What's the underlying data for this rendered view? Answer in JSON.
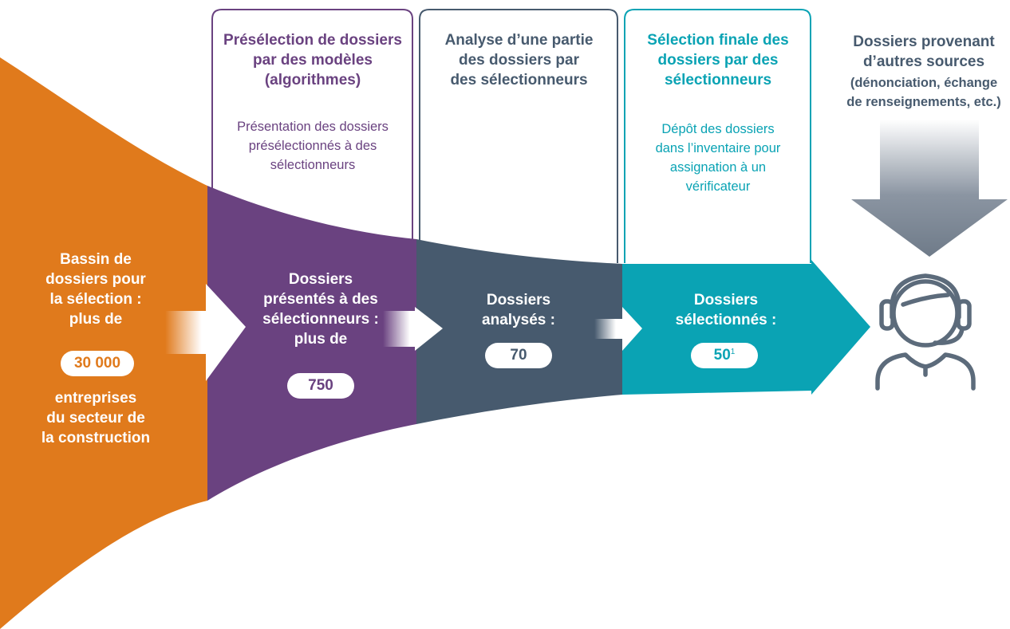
{
  "colors": {
    "orange": "#E07A1C",
    "purple": "#6A4280",
    "slate": "#475A6E",
    "teal": "#0AA3B4",
    "grey_arrow": "#8B95A2",
    "icon": "#5C6B7B"
  },
  "stage1": {
    "label_lines": [
      "Bassin de",
      "dossiers pour",
      "la sélection :",
      "plus de"
    ],
    "count": "30 000",
    "bottom_lines": [
      "entreprises",
      "du secteur de",
      "la construction"
    ]
  },
  "stage2": {
    "header_lines": [
      "Présélection de dossiers",
      "par des modèles",
      "(algorithmes)"
    ],
    "sub_lines": [
      "Présentation des dossiers",
      "présélectionnés à des",
      "sélectionneurs"
    ],
    "label_lines": [
      "Dossiers",
      "présentés à des",
      "sélectionneurs :",
      "plus de"
    ],
    "count": "750"
  },
  "stage3": {
    "header_lines": [
      "Analyse d’une partie",
      "des dossiers par",
      "des sélectionneurs"
    ],
    "label_lines": [
      "Dossiers",
      "analysés :"
    ],
    "count": "70"
  },
  "stage4": {
    "header_lines": [
      "Sélection finale des",
      "dossiers par des",
      "sélectionneurs"
    ],
    "sub_lines": [
      "Dépôt des dossiers",
      "dans l’inventaire pour",
      "assignation à un",
      "vérificateur"
    ],
    "label_lines": [
      "Dossiers",
      "sélectionnés :"
    ],
    "count": "50",
    "count_note": "1"
  },
  "other_sources": {
    "title_lines": [
      "Dossiers provenant",
      "d’autres sources"
    ],
    "sub_lines": [
      "(dénonciation, échange",
      "de renseignements, etc.)"
    ],
    "icon": "headset-agent-icon"
  }
}
